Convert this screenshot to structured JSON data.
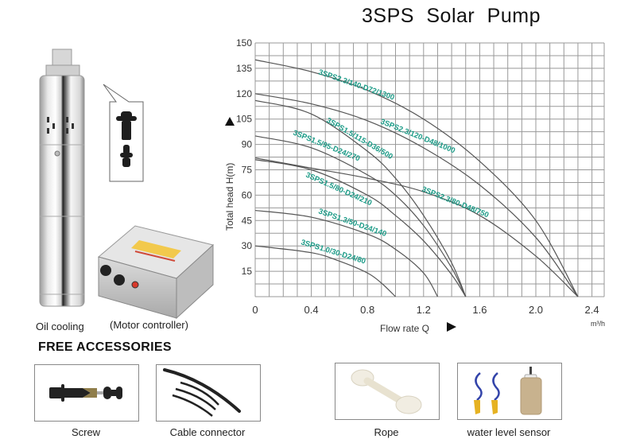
{
  "page": {
    "title": "3SPS  Solar  Pump"
  },
  "product": {
    "pump_caption": "Oil cooling",
    "controller_caption": "(Motor controller)"
  },
  "accessories": {
    "heading": "FREE ACCESSORIES",
    "items": [
      {
        "label": "Screw"
      },
      {
        "label": "Cable connector"
      },
      {
        "label": "Rope"
      },
      {
        "label": "water level sensor"
      }
    ]
  },
  "colors": {
    "curve_label": "#1a9a86",
    "curve_line": "#555555",
    "grid": "#999999"
  },
  "chart_data": {
    "type": "line",
    "title": "3SPS Solar Pump",
    "xlabel": "Flow rate Q",
    "xunit": "m³/h",
    "ylabel": "Total head H(m)",
    "xlim": [
      0,
      2.4
    ],
    "ylim": [
      0,
      150
    ],
    "xticks": [
      "0",
      "0.4",
      "0.8",
      "1.2",
      "1.6",
      "2.0",
      "2.4"
    ],
    "yticks": [
      "15",
      "30",
      "45",
      "60",
      "75",
      "90",
      "105",
      "120",
      "135",
      "150"
    ],
    "grid": true,
    "series": [
      {
        "name": "3SPS2.3/140-D72/1300",
        "x": [
          0,
          0.4,
          0.8,
          1.2,
          1.6,
          2.0,
          2.3
        ],
        "y": [
          140,
          133,
          122,
          105,
          80,
          45,
          0
        ]
      },
      {
        "name": "3SPS2.3/120-D48/1000",
        "x": [
          0,
          0.4,
          0.8,
          1.2,
          1.6,
          2.0,
          2.3
        ],
        "y": [
          120,
          114,
          104,
          88,
          66,
          35,
          0
        ]
      },
      {
        "name": "3SPS2.3/80-D48/750",
        "x": [
          0,
          0.4,
          0.8,
          1.2,
          1.6,
          2.0,
          2.3
        ],
        "y": [
          82,
          76,
          70,
          62,
          48,
          24,
          0
        ]
      },
      {
        "name": "3SPS1.5/115-D36/500",
        "x": [
          0,
          0.4,
          0.8,
          1.0,
          1.2,
          1.4,
          1.5
        ],
        "y": [
          116,
          108,
          86,
          70,
          48,
          20,
          0
        ]
      },
      {
        "name": "3SPS1.5/95-D24/270",
        "x": [
          0,
          0.4,
          0.8,
          1.0,
          1.2,
          1.4,
          1.5
        ],
        "y": [
          95,
          88,
          72,
          60,
          42,
          17,
          0
        ]
      },
      {
        "name": "3SPS1.5/80-D24/210",
        "x": [
          0,
          0.4,
          0.8,
          1.0,
          1.2,
          1.4,
          1.5
        ],
        "y": [
          81,
          75,
          60,
          48,
          33,
          13,
          0
        ]
      },
      {
        "name": "3SPS1.3/50-D24/140",
        "x": [
          0,
          0.4,
          0.8,
          1.0,
          1.2,
          1.3
        ],
        "y": [
          51,
          47,
          37,
          28,
          14,
          0
        ]
      },
      {
        "name": "3SPS1.0/30-D24/80",
        "x": [
          0,
          0.4,
          0.6,
          0.8,
          0.9,
          1.0
        ],
        "y": [
          30,
          26,
          21,
          14,
          8,
          0
        ]
      }
    ]
  }
}
